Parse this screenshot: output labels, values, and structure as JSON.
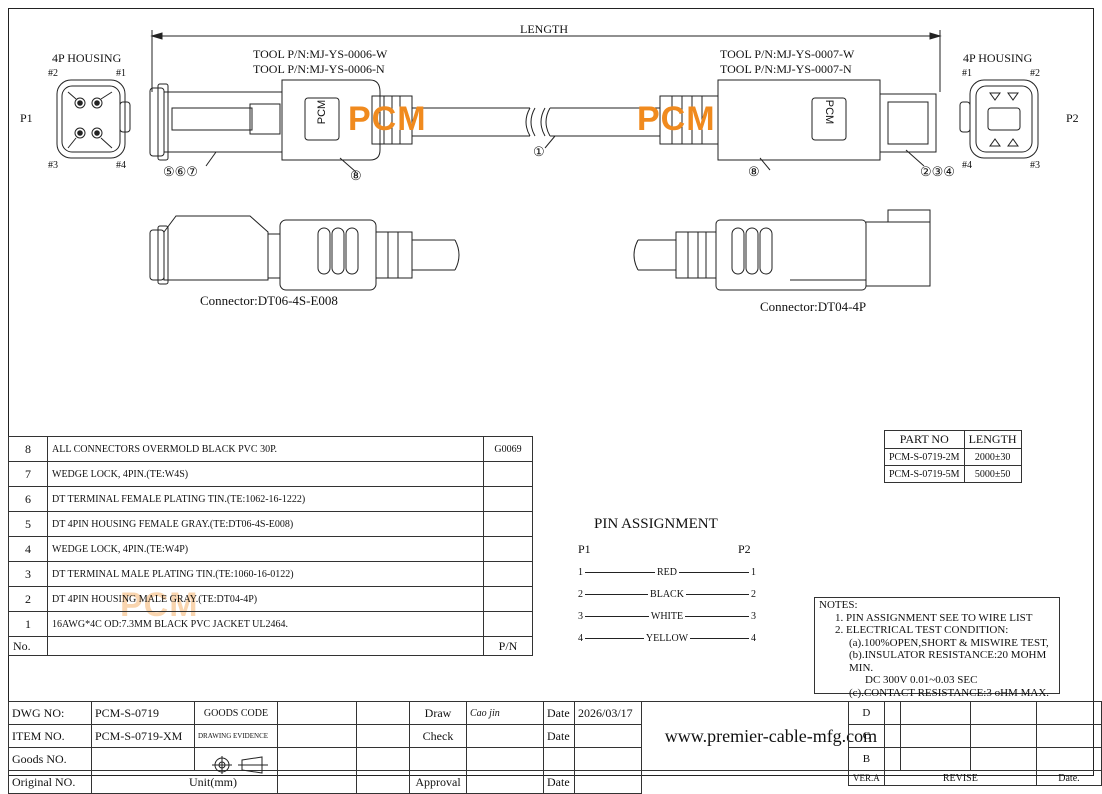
{
  "header": {
    "length_label": "LENGTH"
  },
  "p1": {
    "label": "P1",
    "housing": "4P HOUSING",
    "pins": [
      "#2",
      "#1",
      "#3",
      "#4"
    ],
    "tool_pn": [
      "TOOL P/N:MJ-YS-0006-W",
      "TOOL P/N:MJ-YS-0006-N"
    ],
    "balloons": "⑤⑥⑦",
    "overmold_balloon": "⑧",
    "connector": "Connector:DT06-4S-E008"
  },
  "p2": {
    "label": "P2",
    "housing": "4P HOUSING",
    "pins": [
      "#1",
      "#2",
      "#4",
      "#3"
    ],
    "tool_pn": [
      "TOOL P/N:MJ-YS-0007-W",
      "TOOL P/N:MJ-YS-0007-N"
    ],
    "balloons": "②③④",
    "overmold_balloon": "⑧",
    "connector": "Connector:DT04-4P"
  },
  "cable_balloon": "①",
  "watermark": {
    "text": "PCM",
    "color": "#f08a1e"
  },
  "overmold_text": "PCM",
  "bom": {
    "rows": [
      {
        "no": "8",
        "desc": "ALL CONNECTORS OVERMOLD BLACK PVC 30P.",
        "pn": "G0069"
      },
      {
        "no": "7",
        "desc": "WEDGE LOCK, 4PIN.(TE:W4S)",
        "pn": ""
      },
      {
        "no": "6",
        "desc": "DT TERMINAL FEMALE PLATING TIN.(TE:1062-16-1222)",
        "pn": ""
      },
      {
        "no": "5",
        "desc": "DT 4PIN HOUSING FEMALE GRAY.(TE:DT06-4S-E008)",
        "pn": ""
      },
      {
        "no": "4",
        "desc": "WEDGE LOCK, 4PIN.(TE:W4P)",
        "pn": ""
      },
      {
        "no": "3",
        "desc": "DT TERMINAL MALE PLATING TIN.(TE:1060-16-0122)",
        "pn": ""
      },
      {
        "no": "2",
        "desc": "DT 4PIN HOUSING MALE GRAY.(TE:DT04-4P)",
        "pn": ""
      },
      {
        "no": "1",
        "desc": "16AWG*4C OD:7.3MM BLACK PVC JACKET UL2464.",
        "pn": ""
      }
    ],
    "footer": {
      "no": "No.",
      "pn": "P/N"
    }
  },
  "pin_assignment": {
    "title": "PIN   ASSIGNMENT",
    "left_head": "P1",
    "right_head": "P2",
    "rows": [
      {
        "p1": "1",
        "color": "RED",
        "p2": "1"
      },
      {
        "p1": "2",
        "color": "BLACK",
        "p2": "2"
      },
      {
        "p1": "3",
        "color": "WHITE",
        "p2": "3"
      },
      {
        "p1": "4",
        "color": "YELLOW",
        "p2": "4"
      }
    ]
  },
  "part_table": {
    "headers": [
      "PART NO",
      "LENGTH"
    ],
    "rows": [
      [
        "PCM-S-0719-2M",
        "2000±30"
      ],
      [
        "PCM-S-0719-5M",
        "5000±50"
      ]
    ]
  },
  "notes": {
    "title": "NOTES:",
    "lines": [
      "1.  PIN ASSIGNMENT SEE TO WIRE LIST",
      "2.  ELECTRICAL TEST CONDITION:",
      "(a).100%OPEN,SHORT & MISWIRE TEST,",
      "(b).INSULATOR RESISTANCE:20 MOHM MIN.",
      "DC 300V 0.01~0.03 SEC",
      "(c).CONTACT RESISTANCE:3 oHM MAX."
    ]
  },
  "title_block": {
    "dwg_no_label": "DWG NO:",
    "dwg_no": "PCM-S-0719",
    "goods_code": "GOODS CODE",
    "item_no_label": "ITEM NO.",
    "item_no": "PCM-S-0719-XM",
    "drawing_evidence": "DRAWING EVIDENCE",
    "goods_no_label": "Goods NO.",
    "original_no_label": "Original NO.",
    "unit_label": "Unit(mm)",
    "draw": "Draw",
    "draw_sig": "Cao jin",
    "check": "Check",
    "approval": "Approval",
    "date_label": "Date",
    "date": "2026/03/17",
    "website": "www.premier-cable-mfg.com"
  },
  "revision": {
    "rows": [
      "D",
      "C",
      "B"
    ],
    "ver": "VER.A",
    "revise": "REVISE",
    "date": "Date."
  }
}
